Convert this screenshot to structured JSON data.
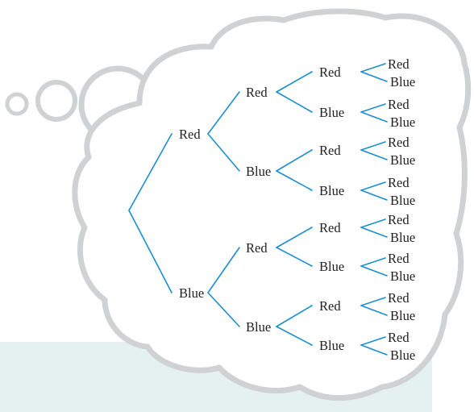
{
  "colors": {
    "branch": "#1b8fd0",
    "cloud_outline": "#cfd1d3",
    "band": "#e4f1ef",
    "text": "#222222"
  },
  "outcomes": [
    "Red",
    "Blue"
  ],
  "tree": {
    "level1": [
      "Red",
      "Blue"
    ],
    "level2": [
      "Red",
      "Blue",
      "Red",
      "Blue"
    ],
    "level3": [
      "Red",
      "Blue",
      "Red",
      "Blue",
      "Red",
      "Blue",
      "Red",
      "Blue"
    ],
    "level4": [
      "Red",
      "Blue",
      "Red",
      "Blue",
      "Red",
      "Blue",
      "Red",
      "Blue",
      "Red",
      "Blue",
      "Red",
      "Blue",
      "Red",
      "Blue",
      "Red",
      "Blue"
    ]
  }
}
